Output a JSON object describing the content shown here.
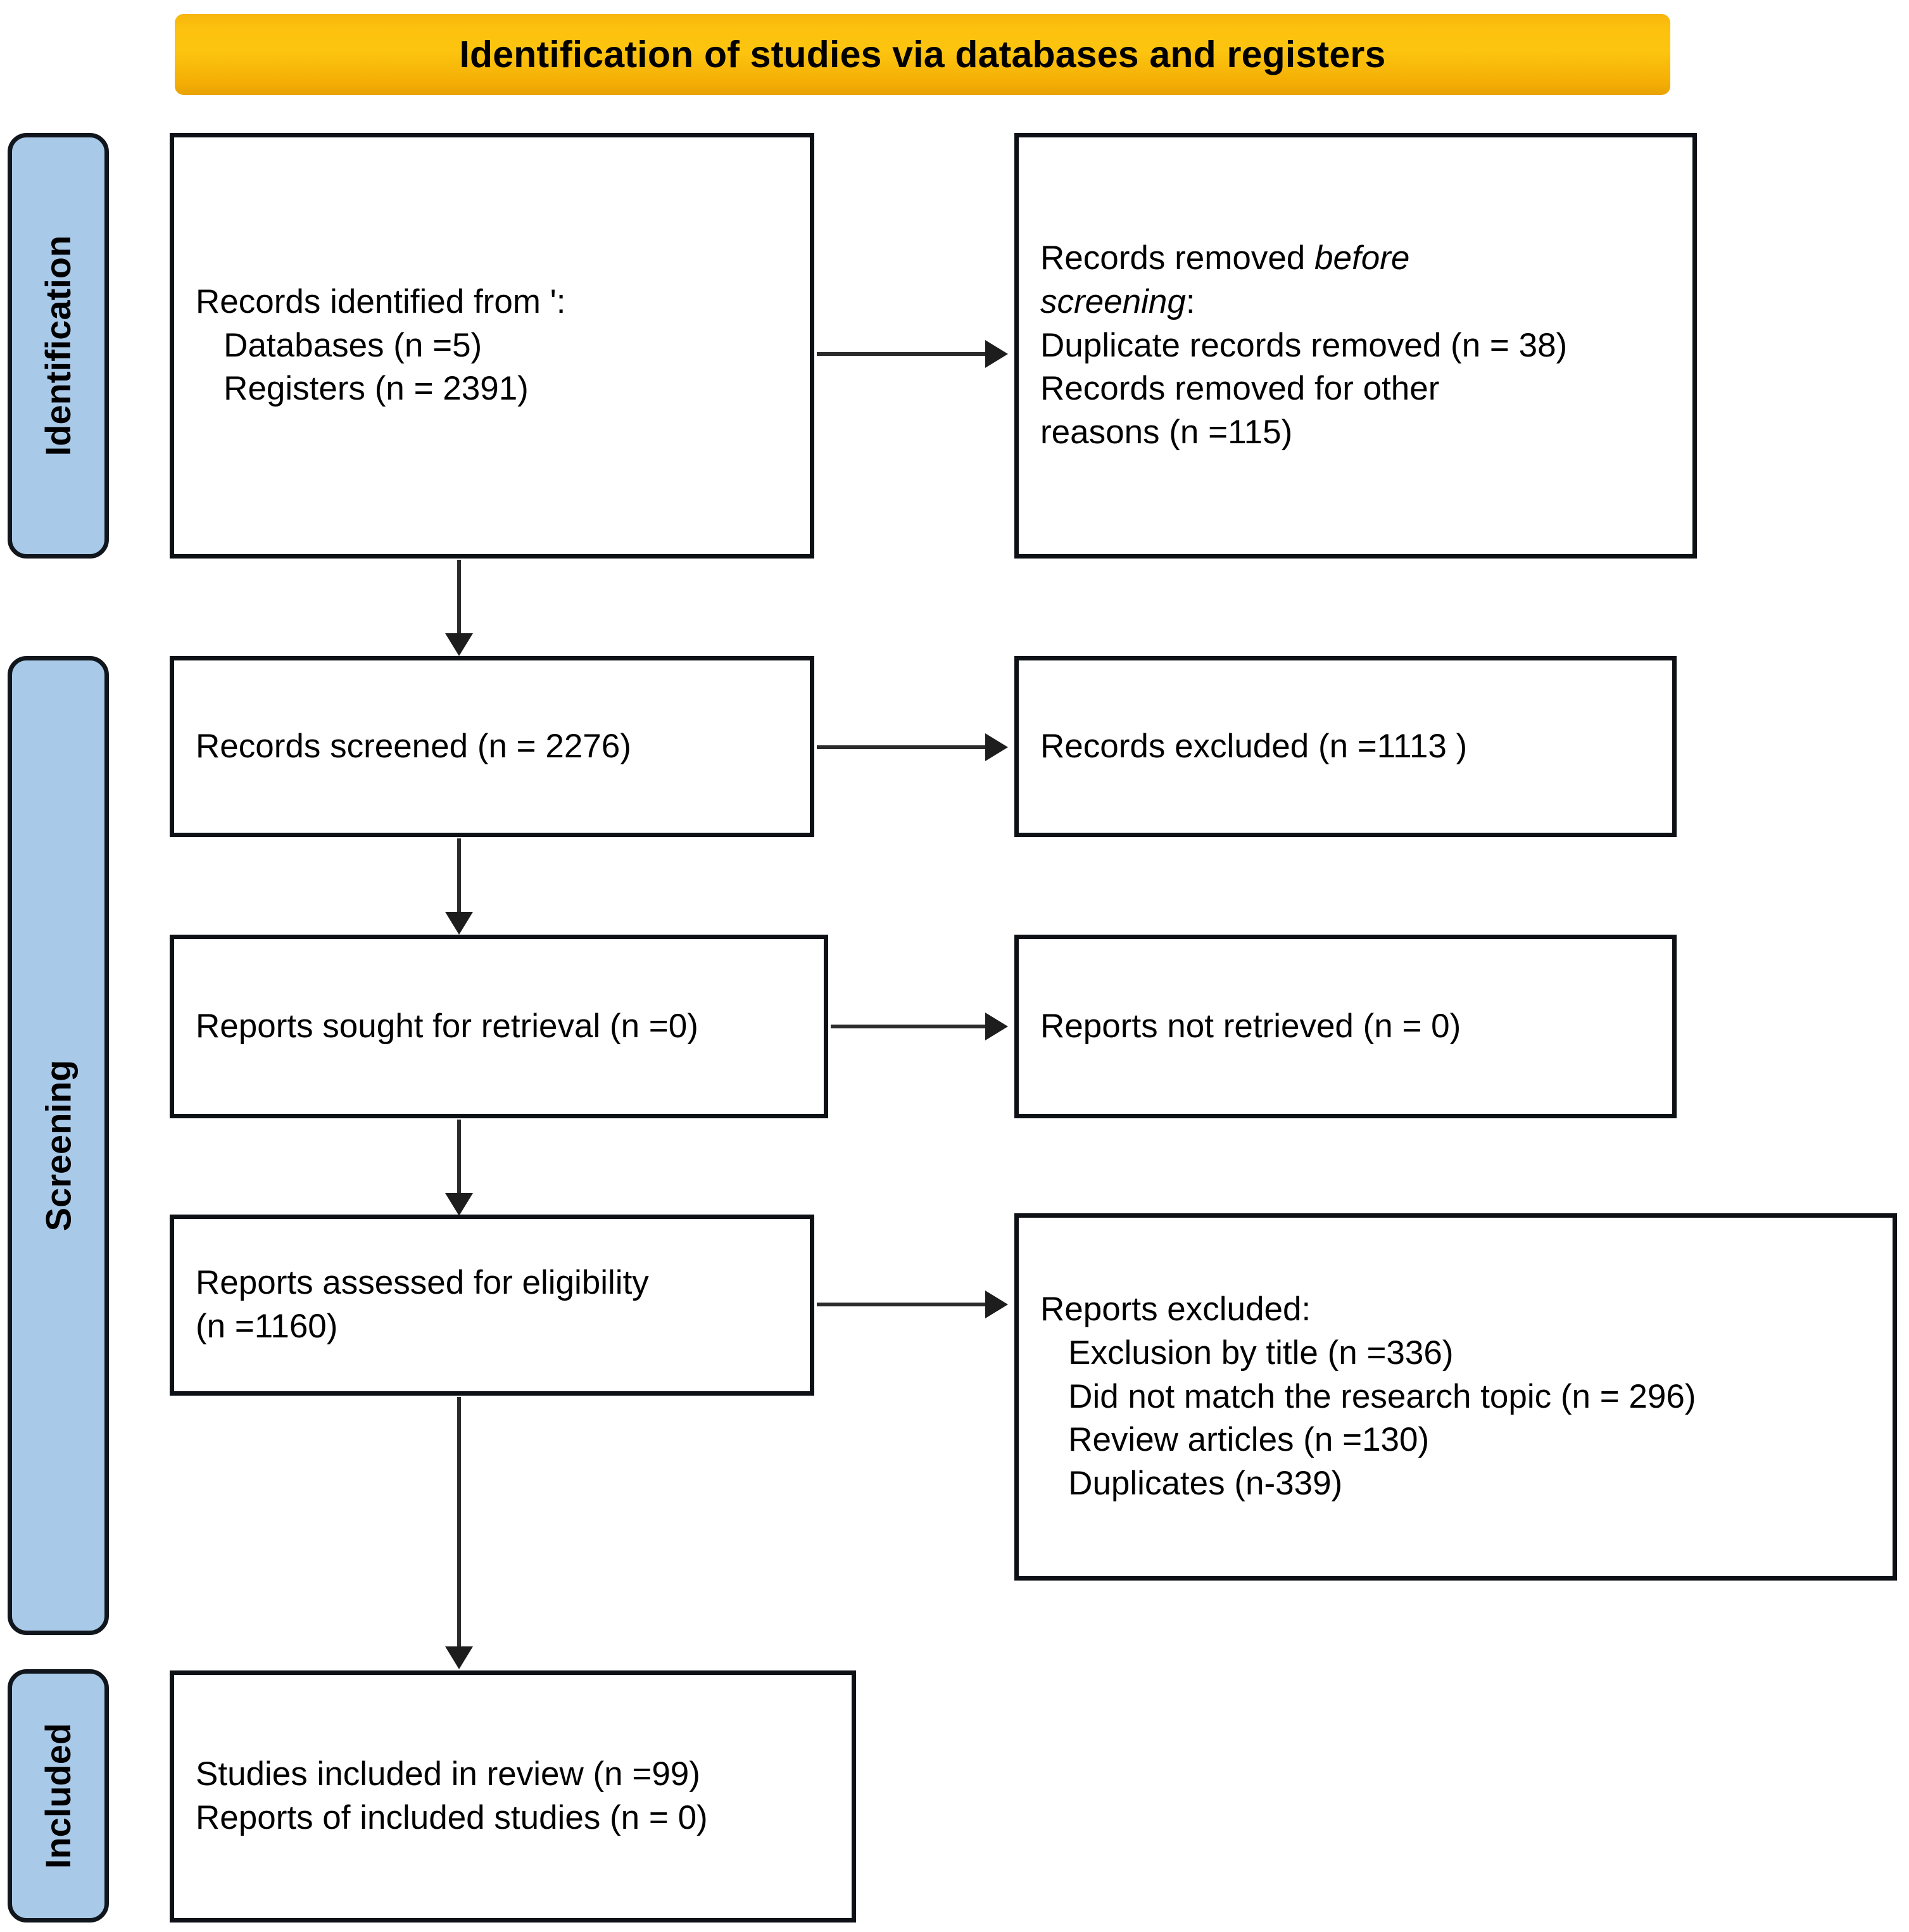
{
  "header": {
    "title": "Identification of studies via databases and registers",
    "background_color": "#fbbd0d"
  },
  "phases": [
    {
      "id": "identification",
      "label": "Identification",
      "color": "#a9c9e8"
    },
    {
      "id": "screening",
      "label": "Screening",
      "color": "#a9c9e8"
    },
    {
      "id": "included",
      "label": "Included",
      "color": "#a9c9e8"
    }
  ],
  "boxes": {
    "identified": {
      "line1": "Records identified from ':",
      "line2": "   Databases (n =5)",
      "line3": "   Registers (n = 2391)"
    },
    "removed_before": {
      "line1_a": "Records removed ",
      "line1_em": "before",
      "line2_em": "screening",
      "line2_b": ":",
      "line3": "Duplicate records removed (n = 38)",
      "line4": "Records removed for other",
      "line5": "reasons (n =115)"
    },
    "screened": {
      "line1": "Records screened (n = 2276)"
    },
    "records_excluded": {
      "line1": "Records excluded (n =1113 )"
    },
    "sought": {
      "line1": "Reports sought for retrieval (n =0)"
    },
    "not_retrieved": {
      "line1": "Reports not retrieved (n = 0)"
    },
    "assessed": {
      "line1": "Reports assessed for eligibility",
      "line2": "(n =1160)"
    },
    "reports_excluded": {
      "line1": "Reports excluded:",
      "line2": "   Exclusion by title (n =336)",
      "line3": "   Did not match the research topic (n = 296)",
      "line4": "   Review articles (n =130)",
      "line5": "   Duplicates (n-339)"
    },
    "included_studies": {
      "line1": "Studies included in review (n =99)",
      "line2": "Reports of included studies (n = 0)"
    }
  },
  "chart_data": {
    "type": "diagram",
    "title": "Identification of studies via databases and registers",
    "nodes": [
      {
        "id": "identified",
        "phase": "Identification",
        "column": "left",
        "text": "Records identified from: Databases (n =5); Registers (n = 2391)",
        "values": {
          "Databases": 5,
          "Registers": 2391
        }
      },
      {
        "id": "removed_before",
        "phase": "Identification",
        "column": "right",
        "text": "Records removed before screening: Duplicate records removed (n = 38); Records removed for other reasons (n =115)",
        "values": {
          "Duplicate records removed": 38,
          "Records removed for other reasons": 115
        }
      },
      {
        "id": "screened",
        "phase": "Screening",
        "column": "left",
        "text": "Records screened (n = 2276)",
        "values": {
          "n": 2276
        }
      },
      {
        "id": "records_excluded",
        "phase": "Screening",
        "column": "right",
        "text": "Records excluded (n =1113 )",
        "values": {
          "n": 1113
        }
      },
      {
        "id": "sought",
        "phase": "Screening",
        "column": "left",
        "text": "Reports sought for retrieval (n =0)",
        "values": {
          "n": 0
        }
      },
      {
        "id": "not_retrieved",
        "phase": "Screening",
        "column": "right",
        "text": "Reports not retrieved (n = 0)",
        "values": {
          "n": 0
        }
      },
      {
        "id": "assessed",
        "phase": "Screening",
        "column": "left",
        "text": "Reports assessed for eligibility (n =1160)",
        "values": {
          "n": 1160
        }
      },
      {
        "id": "reports_excluded",
        "phase": "Screening",
        "column": "right",
        "text": "Reports excluded: Exclusion by title (n =336); Did not match the research topic (n = 296); Review articles (n =130); Duplicates (n-339)",
        "values": {
          "Exclusion by title": 336,
          "Did not match the research topic": 296,
          "Review articles": 130,
          "Duplicates": 339
        }
      },
      {
        "id": "included_studies",
        "phase": "Included",
        "column": "left",
        "text": "Studies included in review (n =99); Reports of included studies (n = 0)",
        "values": {
          "Studies included in review": 99,
          "Reports of included studies": 0
        }
      }
    ],
    "edges": [
      {
        "from": "identified",
        "to": "removed_before",
        "direction": "right"
      },
      {
        "from": "identified",
        "to": "screened",
        "direction": "down"
      },
      {
        "from": "screened",
        "to": "records_excluded",
        "direction": "right"
      },
      {
        "from": "screened",
        "to": "sought",
        "direction": "down"
      },
      {
        "from": "sought",
        "to": "not_retrieved",
        "direction": "right"
      },
      {
        "from": "sought",
        "to": "assessed",
        "direction": "down"
      },
      {
        "from": "assessed",
        "to": "reports_excluded",
        "direction": "right"
      },
      {
        "from": "assessed",
        "to": "included_studies",
        "direction": "down"
      }
    ]
  }
}
